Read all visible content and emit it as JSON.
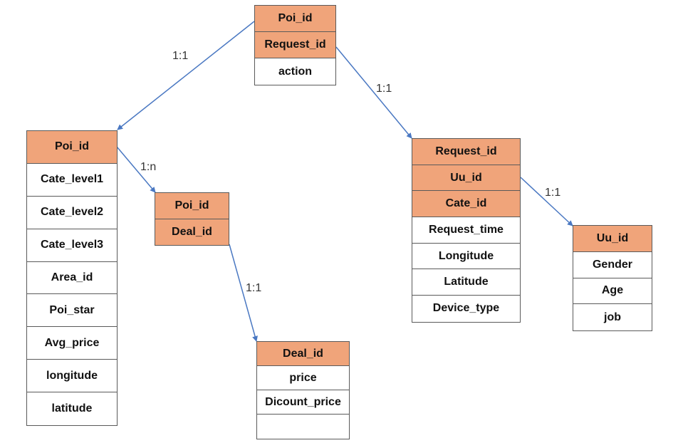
{
  "colors": {
    "key_fill": "#f0a47a",
    "border": "#5a5a5a",
    "arrow": "#4a78c2"
  },
  "entities": {
    "action_table": {
      "rows": [
        {
          "text": "Poi_id",
          "key": true
        },
        {
          "text": "Request_id",
          "key": true
        },
        {
          "text": "action",
          "key": false
        }
      ]
    },
    "poi_table": {
      "rows": [
        {
          "text": "Poi_id",
          "key": true
        },
        {
          "text": "Cate_level1",
          "key": false
        },
        {
          "text": "Cate_level2",
          "key": false
        },
        {
          "text": "Cate_level3",
          "key": false
        },
        {
          "text": "Area_id",
          "key": false
        },
        {
          "text": "Poi_star",
          "key": false
        },
        {
          "text": "Avg_price",
          "key": false
        },
        {
          "text": "longitude",
          "key": false
        },
        {
          "text": "latitude",
          "key": false
        }
      ]
    },
    "poi_deal_table": {
      "rows": [
        {
          "text": "Poi_id",
          "key": true
        },
        {
          "text": "Deal_id",
          "key": true
        }
      ]
    },
    "deal_table": {
      "rows": [
        {
          "text": "Deal_id",
          "key": true
        },
        {
          "text": "price",
          "key": false
        },
        {
          "text": "Dicount_price",
          "key": false
        },
        {
          "text": "",
          "key": false
        }
      ]
    },
    "request_table": {
      "rows": [
        {
          "text": "Request_id",
          "key": true
        },
        {
          "text": "Uu_id",
          "key": true
        },
        {
          "text": "Cate_id",
          "key": true
        },
        {
          "text": "Request_time",
          "key": false
        },
        {
          "text": "Longitude",
          "key": false
        },
        {
          "text": "Latitude",
          "key": false
        },
        {
          "text": "Device_type",
          "key": false
        }
      ]
    },
    "user_table": {
      "rows": [
        {
          "text": "Uu_id",
          "key": true
        },
        {
          "text": "Gender",
          "key": false
        },
        {
          "text": "Age",
          "key": false
        },
        {
          "text": "job",
          "key": false
        }
      ]
    }
  },
  "relations": [
    {
      "from": "action_table",
      "to": "poi_table",
      "label": "1:1"
    },
    {
      "from": "action_table",
      "to": "request_table",
      "label": "1:1"
    },
    {
      "from": "poi_table",
      "to": "poi_deal_table",
      "label": "1:n"
    },
    {
      "from": "poi_deal_table",
      "to": "deal_table",
      "label": "1:1"
    },
    {
      "from": "request_table",
      "to": "user_table",
      "label": "1:1"
    }
  ]
}
